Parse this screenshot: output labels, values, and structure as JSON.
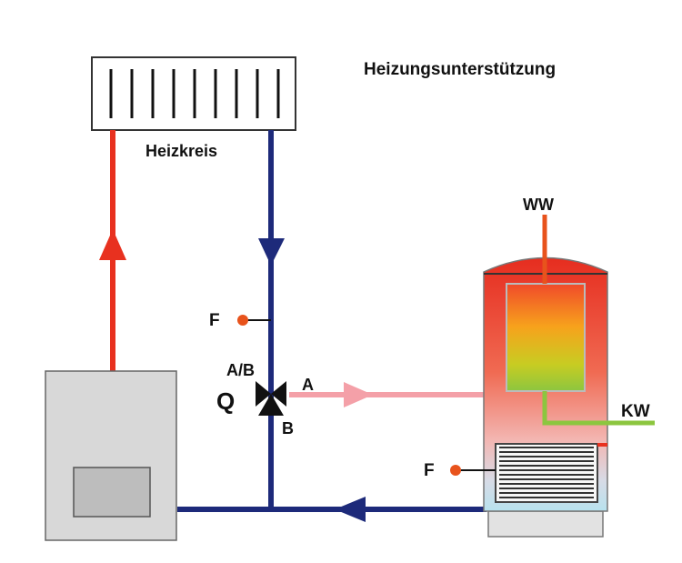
{
  "title": "Heizungsunterstützung",
  "labels": {
    "heizkreis": "Heizkreis",
    "ww": "WW",
    "kw": "KW",
    "f_sensor_pipe": "F",
    "f_sensor_tank": "F",
    "valve_port_ab": "A/B",
    "valve_port_a": "A",
    "valve_port_b": "B",
    "valve_name": "Q"
  },
  "colors": {
    "supply_hot": "#e8311f",
    "return_cold": "#1d2a7a",
    "solar_feed": "#f4a0a8",
    "sensor": "#e8531c",
    "ww_pipe": "#e8531c",
    "kw_pipe": "#8cc63f",
    "boiler_body": "#d8d8d8",
    "tank_top": "#e8311f",
    "tank_bottom": "#bfe4ee"
  }
}
